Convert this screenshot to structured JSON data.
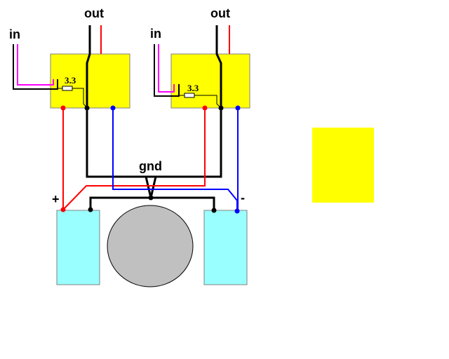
{
  "labels": {
    "out_left": "out",
    "out_right": "out",
    "in_left": "in",
    "in_right": "in",
    "resistor_left": "3.3",
    "resistor_right": "3.3",
    "gnd": "gnd",
    "plus": "+",
    "minus": "-"
  },
  "colors": {
    "module": "#ffff00",
    "battery": "#99ffff",
    "speaker": "#c0c0c0",
    "wire_black": "#000000",
    "wire_red": "#ff0000",
    "wire_blue": "#0000ff",
    "wire_magenta": "#ff00ff"
  }
}
